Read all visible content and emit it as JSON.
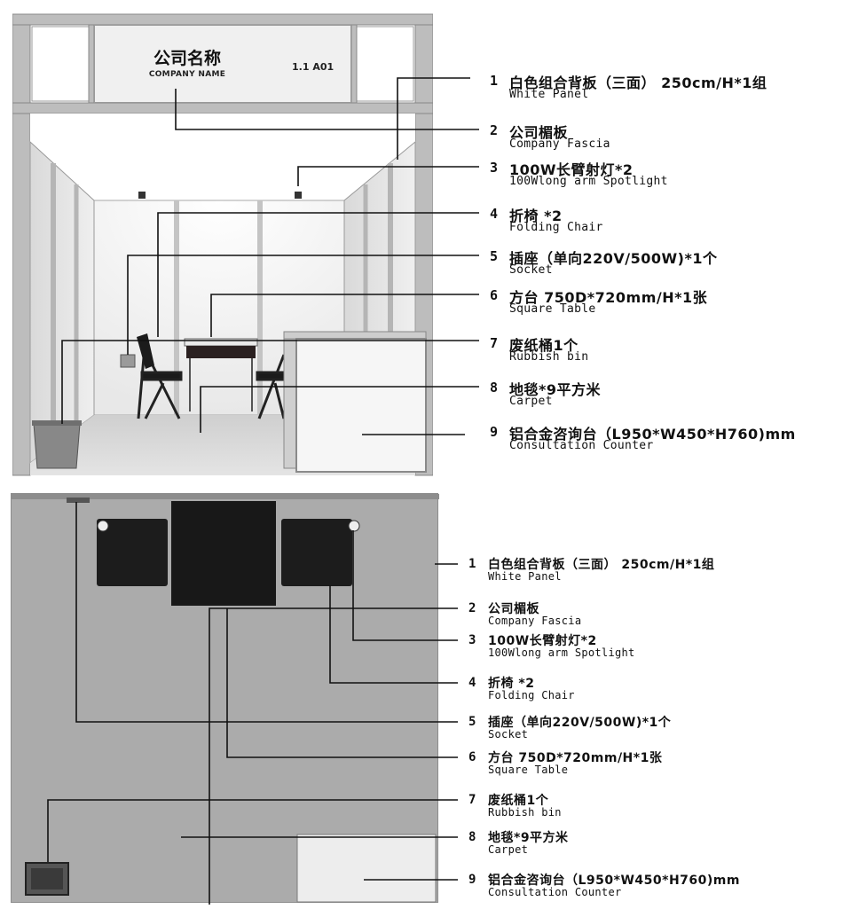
{
  "fascia": {
    "company_cn": "公司名称",
    "company_en": "COMPANY NAME",
    "booth_number": "1.1 A01"
  },
  "legend_top": [
    {
      "index": "1",
      "cn": "白色组合背板（三面） 250cm/H*1组",
      "en": "White Panel"
    },
    {
      "index": "2",
      "cn": "公司楣板",
      "en": "Company Fascia"
    },
    {
      "index": "3",
      "cn": "100W长臂射灯*2",
      "en": "100Wlong arm Spotlight"
    },
    {
      "index": "4",
      "cn": "折椅 *2",
      "en": "Folding Chair"
    },
    {
      "index": "5",
      "cn": "插座（单向220V/500W)*1个",
      "en": "Socket"
    },
    {
      "index": "6",
      "cn": "方台 750D*720mm/H*1张",
      "en": "Square Table"
    },
    {
      "index": "7",
      "cn": "废纸桶1个",
      "en": "Rubbish bin"
    },
    {
      "index": "8",
      "cn": "地毯*9平方米",
      "en": "Carpet"
    },
    {
      "index": "9",
      "cn": "铝合金咨询台（L950*W450*H760)mm",
      "en": "Consultation Counter"
    }
  ],
  "legend_bottom": [
    {
      "index": "1",
      "cn": "白色组合背板（三面） 250cm/H*1组",
      "en": "White Panel"
    },
    {
      "index": "2",
      "cn": "公司楣板",
      "en": "Company Fascia"
    },
    {
      "index": "3",
      "cn": "100W长臂射灯*2",
      "en": "100Wlong arm Spotlight"
    },
    {
      "index": "4",
      "cn": "折椅 *2",
      "en": "Folding Chair"
    },
    {
      "index": "5",
      "cn": "插座（单向220V/500W)*1个",
      "en": "Socket"
    },
    {
      "index": "6",
      "cn": "方台 750D*720mm/H*1张",
      "en": "Square Table"
    },
    {
      "index": "7",
      "cn": "废纸桶1个",
      "en": "Rubbish bin"
    },
    {
      "index": "8",
      "cn": "地毯*9平方米",
      "en": "Carpet"
    },
    {
      "index": "9",
      "cn": "铝合金咨询台（L950*W450*H760)mm",
      "en": "Consultation Counter"
    }
  ],
  "colors": {
    "frame": "#bdbdbd",
    "panel": "#f4f4f4",
    "floor": "#d6d6d6",
    "plan_floor": "#ababab",
    "furniture_dark": "#1b1b1b",
    "leader_line": "#111111"
  }
}
